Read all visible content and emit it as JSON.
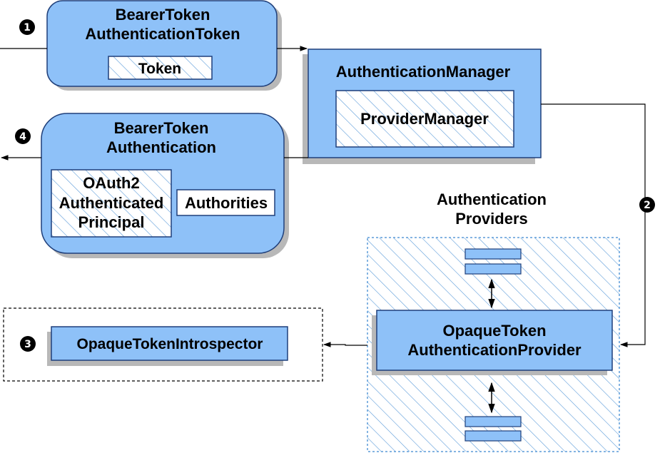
{
  "colors": {
    "box_fill": "#8ec1f8",
    "box_stroke": "#1f3f7a",
    "hatch_line": "#5b9bd9",
    "shadow": "#b8b8b8",
    "line": "#000000"
  },
  "nodes": {
    "bearer_token_auth_token": {
      "line1": "BearerToken",
      "line2": "AuthenticationToken",
      "token": "Token"
    },
    "authentication_manager": {
      "title": "AuthenticationManager",
      "provider_manager": "ProviderManager"
    },
    "bearer_token_authentication": {
      "line1": "BearerToken",
      "line2": "Authentication",
      "principal_line1": "OAuth2",
      "principal_line2": "Authenticated",
      "principal_line3": "Principal",
      "authorities": "Authorities"
    },
    "authentication_providers": {
      "line1": "Authentication",
      "line2": "Providers"
    },
    "opaque_token_auth_provider": {
      "line1": "OpaqueToken",
      "line2": "AuthenticationProvider"
    },
    "opaque_token_introspector": {
      "label": "OpaqueTokenIntrospector"
    }
  },
  "steps": [
    "1",
    "2",
    "3",
    "4"
  ]
}
